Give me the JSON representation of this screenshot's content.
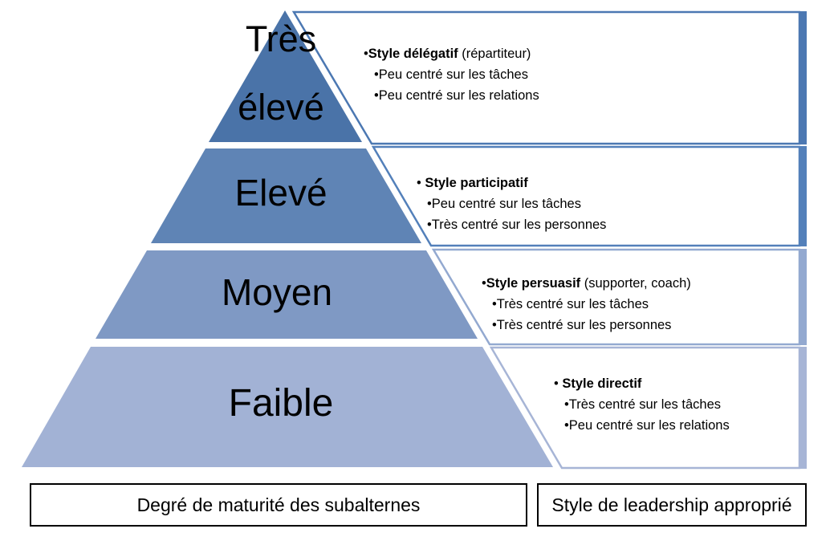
{
  "bullet_char": "•",
  "colors": {
    "tiers": [
      "#4A73A8",
      "#5F84B5",
      "#7F99C4",
      "#A2B2D5"
    ],
    "box_borders": [
      "#4C78B2",
      "#5380BA",
      "#93A9D0",
      "#A7B5D6"
    ]
  },
  "pyramid": {
    "levels": [
      {
        "label": "Très\nélevé"
      },
      {
        "label": "Elevé"
      },
      {
        "label": "Moyen"
      },
      {
        "label": "Faible"
      }
    ]
  },
  "boxes": [
    {
      "marker": "•",
      "title": "Style délégatif",
      "title_suffix": " (répartiteur)",
      "items": [
        "Peu centré sur les tâches",
        "Peu centré sur les relations"
      ]
    },
    {
      "marker": "• ",
      "title": "Style participatif",
      "title_suffix": "",
      "items": [
        "Peu centré sur les tâches",
        "Très centré sur les personnes"
      ]
    },
    {
      "marker": "•",
      "title": "Style persuasif",
      "title_suffix": " (supporter, coach)",
      "items": [
        "Très centré sur les tâches",
        "Très centré sur les personnes"
      ]
    },
    {
      "marker": "• ",
      "title": "Style directif",
      "title_suffix": "",
      "items": [
        "Très centré sur les tâches",
        "Peu centré sur les relations"
      ]
    }
  ],
  "footer": {
    "left_label": "Degré de maturité des subalternes",
    "right_label": "Style de leadership approprié"
  }
}
